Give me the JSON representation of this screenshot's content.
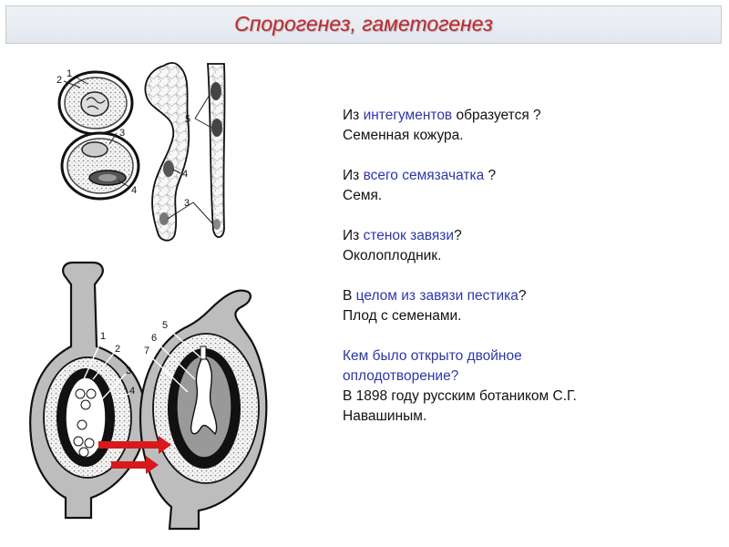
{
  "title": "Спорогенез, гаметогенез",
  "qa": [
    {
      "q_pre": "Из ",
      "q_blue": "интегументов",
      "q_post": " образуется ?",
      "answer": "Семенная кожура."
    },
    {
      "q_pre": "Из ",
      "q_blue": "всего семязачатка",
      "q_post": " ?",
      "answer": "Семя."
    },
    {
      "q_pre": "Из ",
      "q_blue": "стенок завязи",
      "q_post": "?",
      "answer": "Околоплодник."
    },
    {
      "q_pre": "В ",
      "q_blue": "целом из завязи пестика",
      "q_post": "?",
      "answer": "Плод с семенами."
    },
    {
      "q_blue_line1": "Кем было открыто двойное",
      "q_blue_line2": "оплодотворение?",
      "answer_line1": "В 1898 году русским ботаником С.Г.",
      "answer_line2": "Навашиным."
    }
  ],
  "diagram_labels": {
    "top_left": [
      "2",
      "1",
      "3",
      "4"
    ],
    "top_right": [
      "5",
      "4",
      "3"
    ],
    "bottom_left": [
      "1",
      "2",
      "3",
      "4"
    ],
    "bottom_right": [
      "5",
      "6",
      "7"
    ]
  },
  "colors": {
    "title": "#c0262b",
    "question_blue": "#2d37a8",
    "arrow": "#d7191c"
  }
}
